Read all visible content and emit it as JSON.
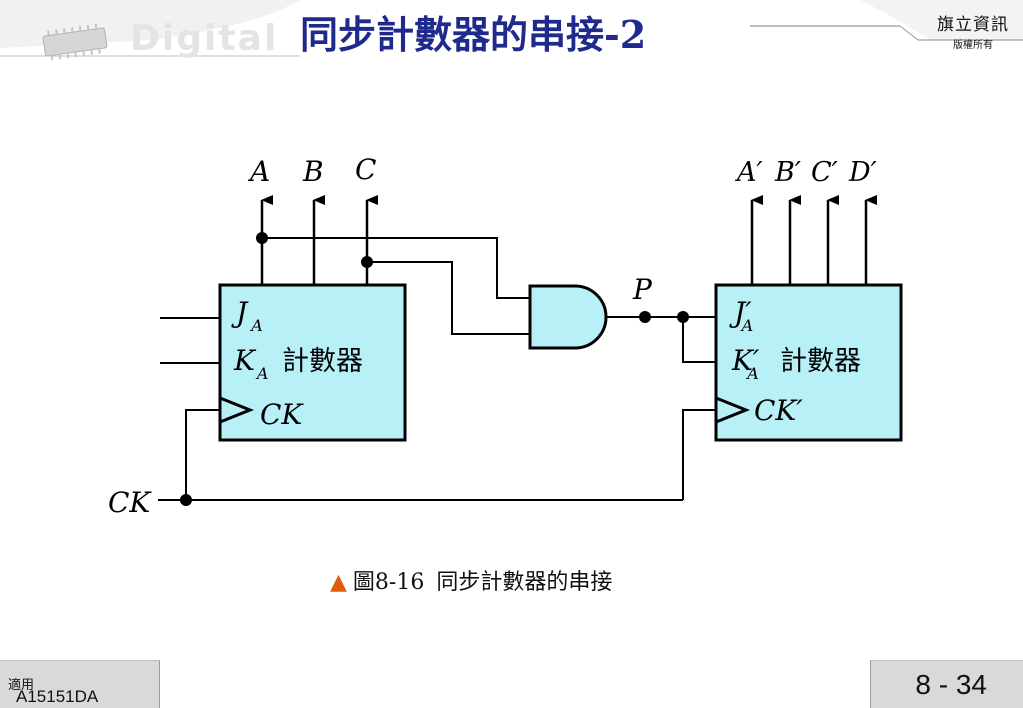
{
  "header": {
    "wordmark": "Digital",
    "title": "同步計數器的串接-2",
    "publisher_name": "旗立資訊",
    "publisher_rights": "版權所有"
  },
  "diagram": {
    "counter_a": {
      "label": "計數器",
      "j_input": "J",
      "j_sub": "A",
      "k_input": "K",
      "k_sub": "A",
      "clock": "CK"
    },
    "counter_b": {
      "label": "計數器",
      "j_input": "J′",
      "j_sub": "A",
      "k_input": "K′",
      "k_sub": "A",
      "clock": "CK′"
    },
    "outputs_a": [
      "A",
      "B",
      "C"
    ],
    "outputs_b": [
      "A′",
      "B′",
      "C′",
      "D′"
    ],
    "and_output": "P",
    "clock_input": "CK"
  },
  "caption": {
    "marker": "▲",
    "figure_no": "圖8-16",
    "text": "同步計數器的串接"
  },
  "footer": {
    "course_code": "A15151DA",
    "course_suffix": "適用",
    "page": "8 - 34"
  },
  "colors": {
    "title": "#1f2a8c",
    "counter_fill": "#b7f0f7",
    "caption_marker": "#e35b0c",
    "footer_bg": "#d9d9d9"
  }
}
